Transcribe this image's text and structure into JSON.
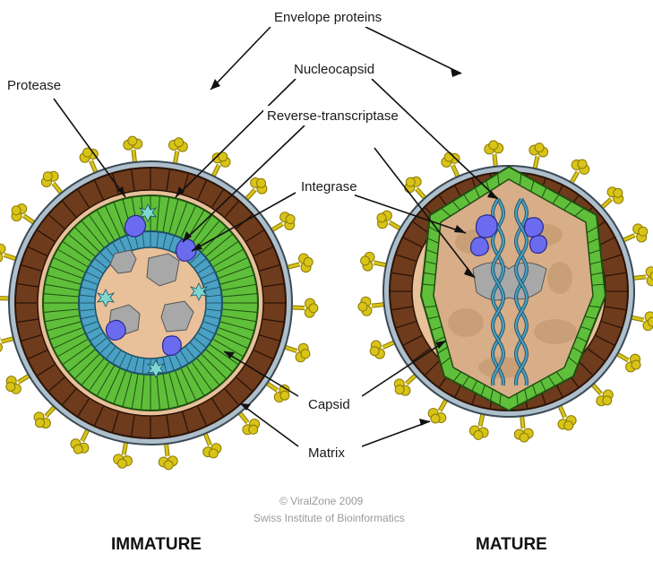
{
  "labels": {
    "envelope_proteins": "Envelope proteins",
    "nucleocapsid": "Nucleocapsid",
    "protease": "Protease",
    "reverse_transcriptase": "Reverse-transcriptase",
    "integrase": "Integrase",
    "capsid": "Capsid",
    "matrix": "Matrix"
  },
  "captions": {
    "immature": "IMMATURE",
    "mature": "MATURE"
  },
  "credit": {
    "line1": "© ViralZone 2009",
    "line2": "Swiss Institute of Bioinformatics"
  },
  "colors": {
    "envelope": "#aebfcc",
    "matrix": "#6e3b1c",
    "matrix_light": "#8a4d27",
    "core_fill": "#e8c09a",
    "capsid": "#5fbf3a",
    "capsid_light": "#8fdc5f",
    "nucleocapsid": "#4aa1c4",
    "rna_region": "#a8a8a8",
    "enzyme": "#6b6bef",
    "spike": "#d8c318",
    "spike_dark": "#8a7a05"
  }
}
